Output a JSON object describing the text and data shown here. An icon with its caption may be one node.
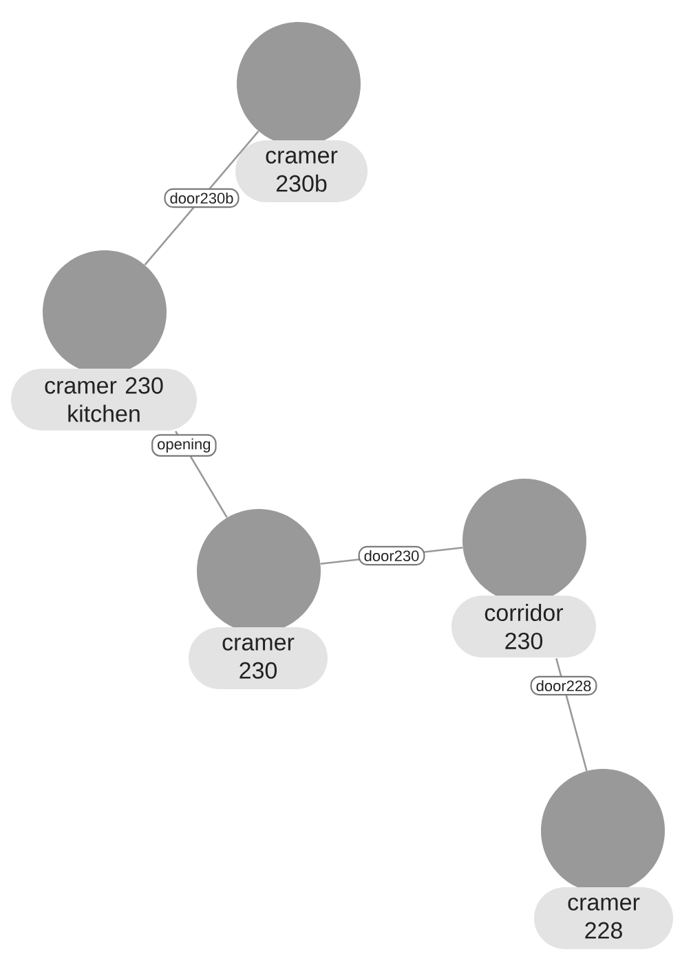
{
  "diagram": {
    "nodes": [
      {
        "text": [
          "cramer 230b"
        ]
      },
      {
        "text": [
          "cramer 230 kitchen"
        ]
      },
      {
        "text": [
          "cramer 230"
        ]
      },
      {
        "text": [
          "corridor 230"
        ]
      },
      {
        "text": [
          "cramer 228"
        ]
      }
    ],
    "edges": [
      {
        "from": 0,
        "to": 1,
        "arrow": "none",
        "label": "door230b"
      },
      {
        "from": 1,
        "to": 2,
        "arrow": "none",
        "label": "opening"
      },
      {
        "from": 2,
        "to": 3,
        "arrow": "none",
        "label": "door230"
      },
      {
        "from": 3,
        "to": 4,
        "arrow": "none",
        "label": "door228"
      }
    ]
  }
}
